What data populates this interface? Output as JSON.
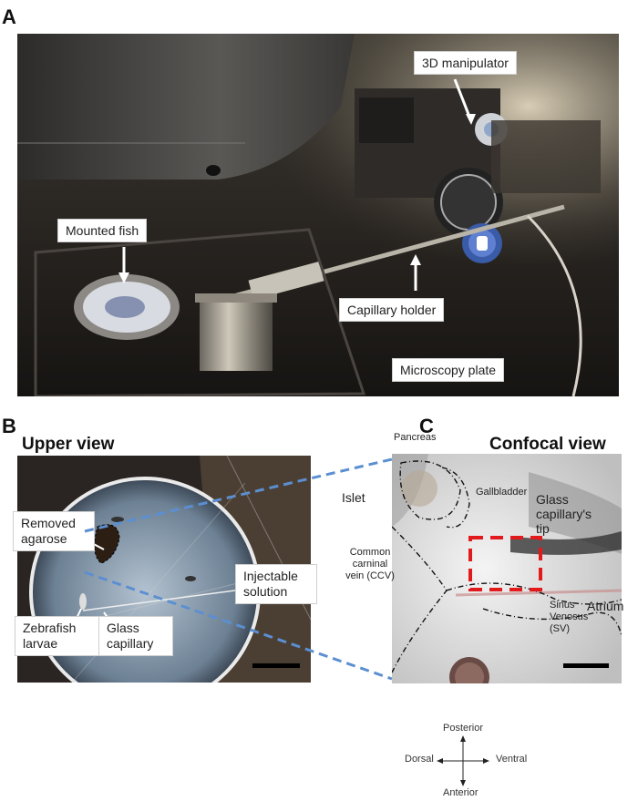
{
  "panels": {
    "a": "A",
    "b": "B",
    "c": "C"
  },
  "panel_a": {
    "labels": {
      "manipulator": "3D manipulator",
      "mounted_fish": "Mounted fish",
      "capillary_holder": "Capillary holder",
      "microscopy_plate": "Microscopy plate"
    }
  },
  "panel_b": {
    "title": "Upper view",
    "labels": {
      "removed_agarose": "Removed agarose",
      "injectable_solution": "Injectable solution",
      "zebrafish_larvae": "Zebrafish larvae",
      "glass_capillary": "Glass capillary"
    }
  },
  "panel_c": {
    "title": "Confocal view",
    "labels": {
      "pancreas": "Pancreas",
      "islet": "Islet",
      "gallbladder": "Gallbladder",
      "glass_tip": "Glass capillary's tip",
      "ccv": "Common carninal vein (CCV)",
      "atrium": "Atrium",
      "sinus_venosus": "Sinus Venosus (SV)"
    }
  },
  "compass": {
    "up": "Posterior",
    "down": "Anterior",
    "left": "Dorsal",
    "right": "Ventral"
  },
  "colors": {
    "dashed_connector": "#5b8fd1",
    "roi_box": "#e31a1c",
    "photo_dark": "#1e1a16"
  }
}
